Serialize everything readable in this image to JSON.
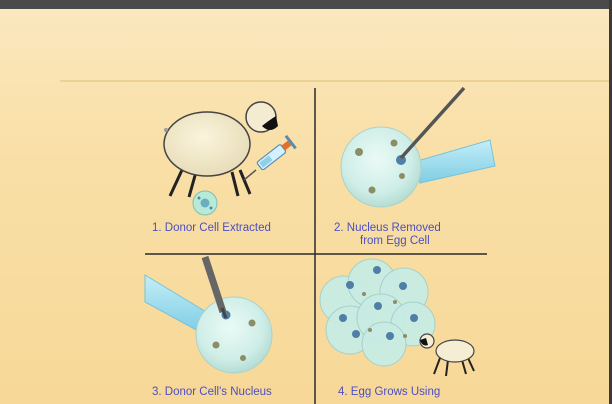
{
  "slide": {
    "panels": [
      {
        "id": "panel-1",
        "caption_line1": "1. Donor Cell Extracted",
        "caption_line2": ""
      },
      {
        "id": "panel-2",
        "caption_line1": "2. Nucleus Removed",
        "caption_line2": "from Egg Cell"
      },
      {
        "id": "panel-3",
        "caption_line1": "3. Donor Cell's Nucleus",
        "caption_line2": ""
      },
      {
        "id": "panel-4",
        "caption_line1": "4. Egg Grows Using",
        "caption_line2": ""
      }
    ]
  },
  "colors": {
    "top_bar": "#4a4a4a",
    "background": "#f9e0a8",
    "caption_text": "#4b4fc0",
    "divider": "#2a2a2a",
    "egg_cell": "#cfeee7",
    "pipette": "#8fd6ec"
  },
  "icons": [
    "sheep-icon",
    "syringe-icon",
    "donor-cell-icon",
    "egg-cell-icon",
    "needle-icon",
    "pipette-icon",
    "embryo-cluster-icon",
    "lamb-icon"
  ]
}
